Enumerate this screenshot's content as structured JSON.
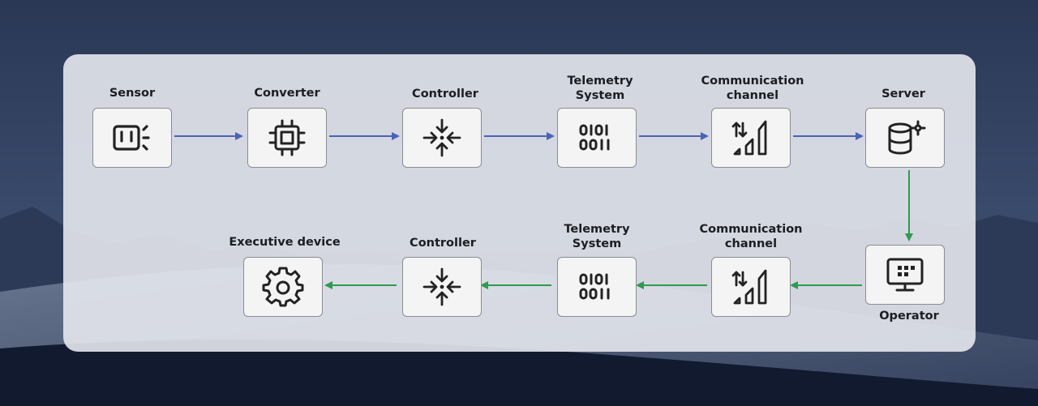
{
  "colors": {
    "forward_arrow": "#4a63b5",
    "return_arrow": "#2e9b4f",
    "icon": "#222222",
    "panel": "#e5e8ee",
    "node_border": "#8a8d93"
  },
  "top_row": [
    {
      "id": "sensor",
      "label": "Sensor",
      "icon": "sensor-icon"
    },
    {
      "id": "converter",
      "label": "Converter",
      "icon": "chip-icon"
    },
    {
      "id": "controller",
      "label": "Controller",
      "icon": "converge-arrows-icon"
    },
    {
      "id": "telemetry",
      "label": "Telemetry\nSystem",
      "icon": "binary-icon"
    },
    {
      "id": "channel",
      "label": "Communication\nchannel",
      "icon": "signal-icon"
    },
    {
      "id": "server",
      "label": "Server",
      "icon": "database-gear-icon"
    }
  ],
  "operator": {
    "id": "operator",
    "label": "Operator",
    "icon": "monitor-icon"
  },
  "bottom_row": [
    {
      "id": "executive",
      "label": "Executive device",
      "icon": "gear-icon"
    },
    {
      "id": "controller2",
      "label": "Controller",
      "icon": "converge-arrows-icon"
    },
    {
      "id": "telemetry2",
      "label": "Telemetry\nSystem",
      "icon": "binary-icon"
    },
    {
      "id": "channel2",
      "label": "Communication\nchannel",
      "icon": "signal-icon"
    }
  ]
}
